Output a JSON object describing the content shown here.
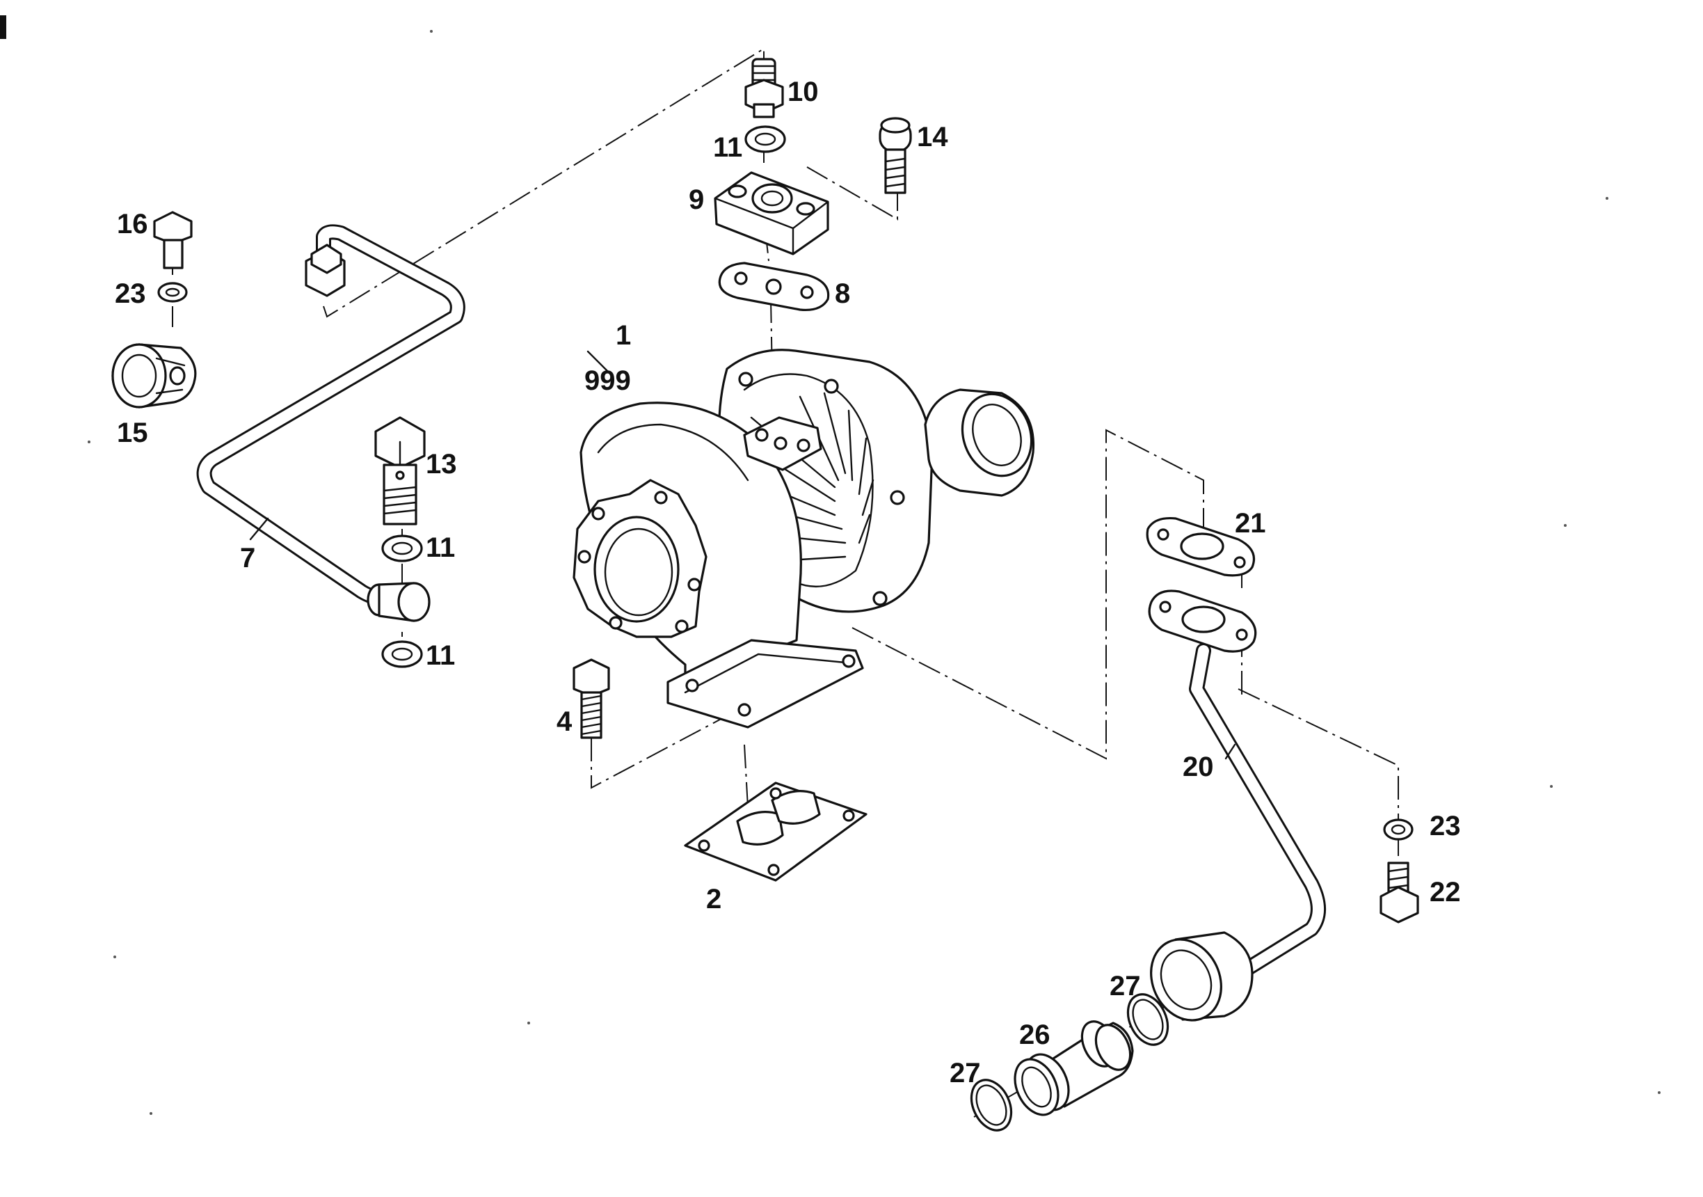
{
  "diagram": {
    "callouts": {
      "p1": "1",
      "p999": "999",
      "p2": "2",
      "p4": "4",
      "p7": "7",
      "p8": "8",
      "p9": "9",
      "p10": "10",
      "p11a": "11",
      "p11b": "11",
      "p11c": "11",
      "p13": "13",
      "p14": "14",
      "p15": "15",
      "p16": "16",
      "p20": "20",
      "p21": "21",
      "p22": "22",
      "p23a": "23",
      "p23b": "23",
      "p26": "26",
      "p27a": "27",
      "p27b": "27"
    }
  }
}
